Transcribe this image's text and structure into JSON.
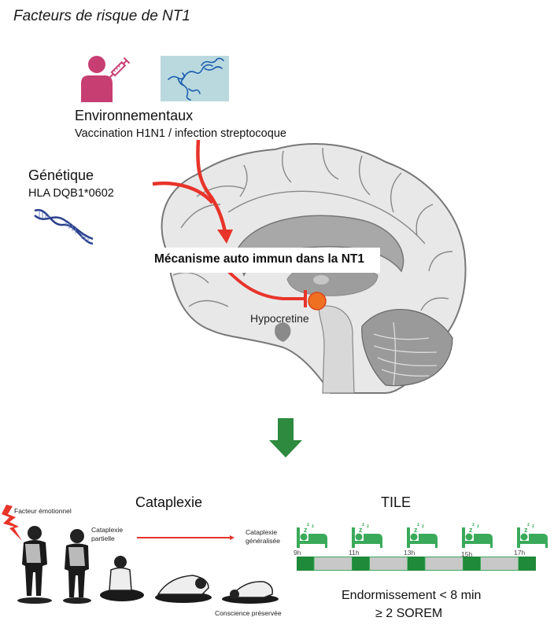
{
  "title": "Facteurs de risque de NT1",
  "environmental": {
    "title": "Environnementaux",
    "subtitle": "Vaccination H1N1 / infection streptocoque",
    "icons": [
      "vaccinated-person-icon",
      "streptococcus-micrograph"
    ],
    "person_color": "#c73e73"
  },
  "genetic": {
    "title": "Génétique",
    "subtitle": "HLA DQB1*0602",
    "icon": "dna-icon"
  },
  "mechanism": {
    "label": "Mécanisme auto immun dans la NT1",
    "target_label": "Hypocretine",
    "arrow_color": "#e8342a",
    "target_color": "#f07022"
  },
  "transition_arrow": {
    "icon": "down-arrow-icon",
    "color": "#2d8a3e"
  },
  "cataplexy": {
    "title": "Cataplexie",
    "trigger_label": "Facteur émotionnel",
    "partial_label": "Cataplexie partielle",
    "generalized_label": "Cataplexie généralisée",
    "consciousness_label": "Conscience préservée"
  },
  "tile": {
    "title": "TILE",
    "hours": [
      "9h",
      "11h",
      "13h",
      "15h",
      "17h"
    ],
    "sleep_color": "#3aaa5a",
    "nap_color": "#1e8a3a",
    "wake_color": "#c8c8c8",
    "criteria": [
      "Endormissement < 8 min",
      "≥ 2 SOREM"
    ]
  }
}
